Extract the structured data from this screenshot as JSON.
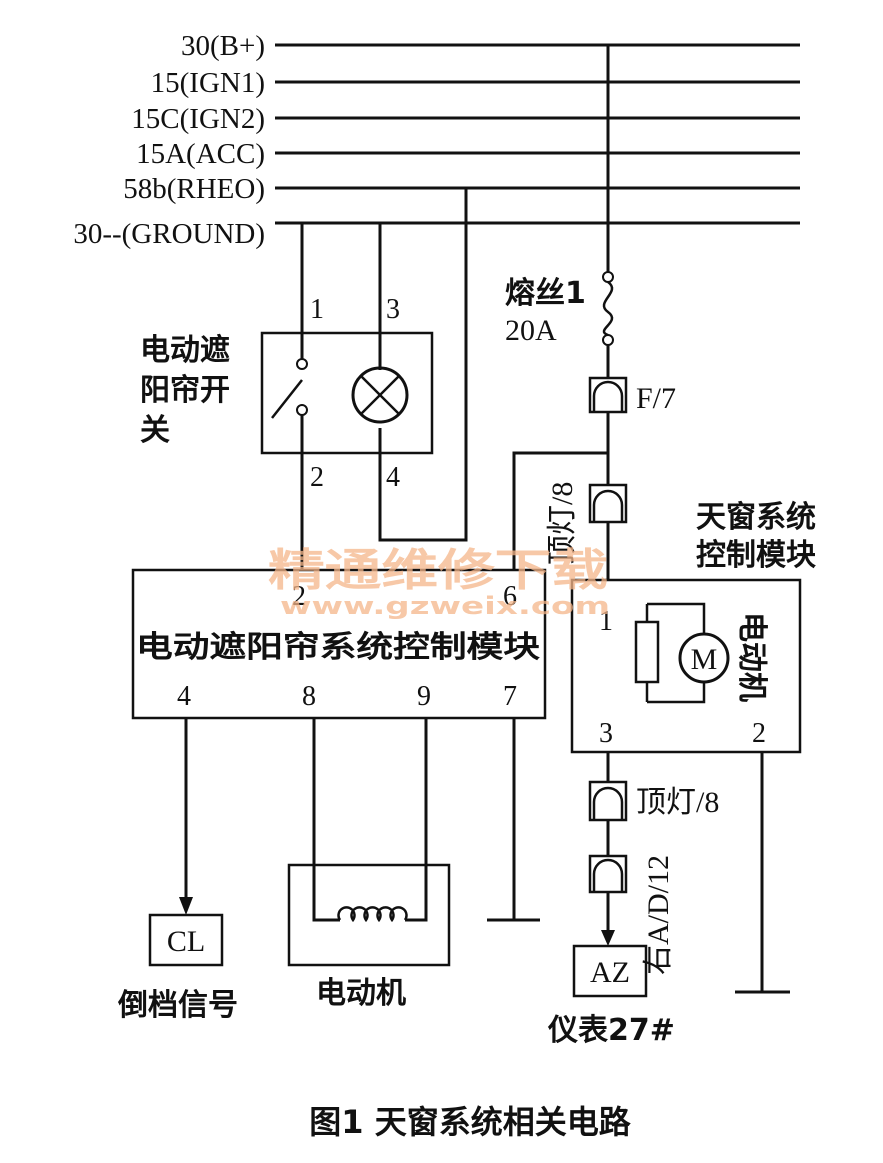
{
  "bus_lines": [
    "30(B+)",
    "15(IGN1)",
    "15C(IGN2)",
    "15A(ACC)",
    "58b(RHEO)",
    "30--(GROUND)"
  ],
  "fuse": {
    "label": "熔丝1",
    "rating": "20A"
  },
  "connectors": {
    "f7": "F/7",
    "dome_upper": "顶灯/8",
    "dome_lower": "顶灯/8",
    "right_adj": "右A/D/12"
  },
  "shade_switch": {
    "title_line1": "电动遮",
    "title_line2": "阳帘开",
    "title_line3": "关",
    "pins": {
      "p1": "1",
      "p3": "3",
      "p2": "2",
      "p4": "4"
    }
  },
  "shade_module": {
    "title": "电动遮阳帘系统控制模块",
    "pins": {
      "p2": "2",
      "p6": "6",
      "p4": "4",
      "p8": "8",
      "p9": "9",
      "p7": "7"
    }
  },
  "sunroof_module": {
    "title_line1": "天窗系统",
    "title_line2": "控制模块",
    "motor_label": "电动机",
    "motor_symbol": "M",
    "pins": {
      "p1": "1",
      "p3": "3",
      "p2": "2"
    }
  },
  "outputs": {
    "cl_box": "CL",
    "cl_label": "倒档信号",
    "motor_label": "电动机",
    "az_box": "AZ",
    "az_label": "仪表27#"
  },
  "watermark": {
    "line1": "精通维修下载",
    "line2": "www.gzweix.com"
  },
  "caption": "图1  天窗系统相关电路"
}
